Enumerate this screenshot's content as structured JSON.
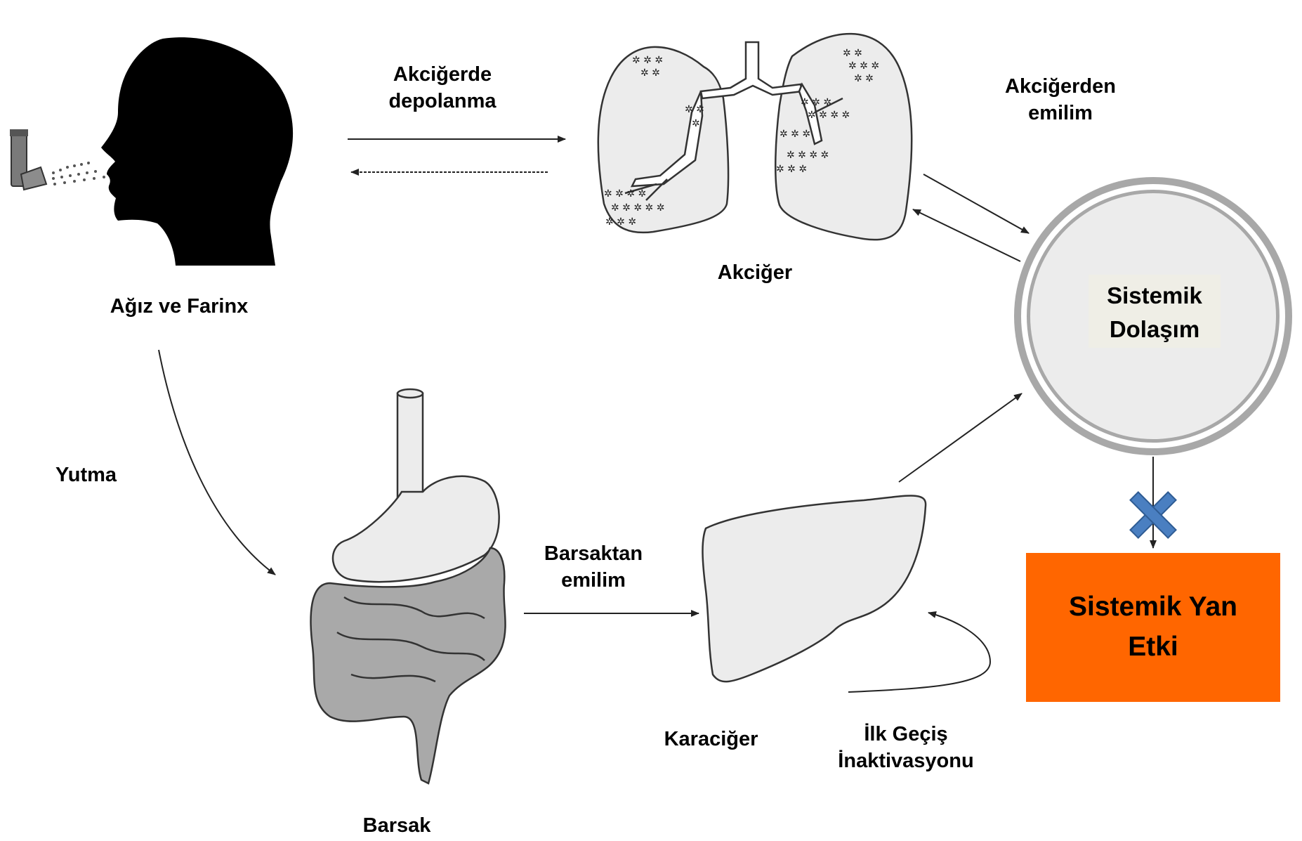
{
  "labels": {
    "mouth": "Ağız ve Farinx",
    "lung_deposition": [
      "Akciğerde",
      "depolanma"
    ],
    "lung": "Akciğer",
    "lung_absorption": [
      "Akciğerden",
      "emilim"
    ],
    "swallowing": "Yutma",
    "gut": "Barsak",
    "gut_absorption": [
      "Barsaktan",
      "emilim"
    ],
    "liver": "Karaciğer",
    "first_pass": [
      "İlk Geçiş",
      "İnaktivasyonu"
    ],
    "systemic_circulation": [
      "Sistemik",
      "Dolaşım"
    ],
    "systemic_side_effect": [
      "Sistemik Yan",
      "Etki"
    ]
  },
  "colors": {
    "side_effect_box": "#ff6600",
    "blocked_x": "#4a7fc1",
    "organ_fill": "#ececec",
    "intestine_fill": "#a9a9a9",
    "head_fill": "#000000"
  },
  "icons": [
    "inhaler-icon",
    "head-silhouette-icon",
    "lungs-icon",
    "digestive-tract-icon",
    "liver-icon",
    "blocked-x-icon"
  ]
}
